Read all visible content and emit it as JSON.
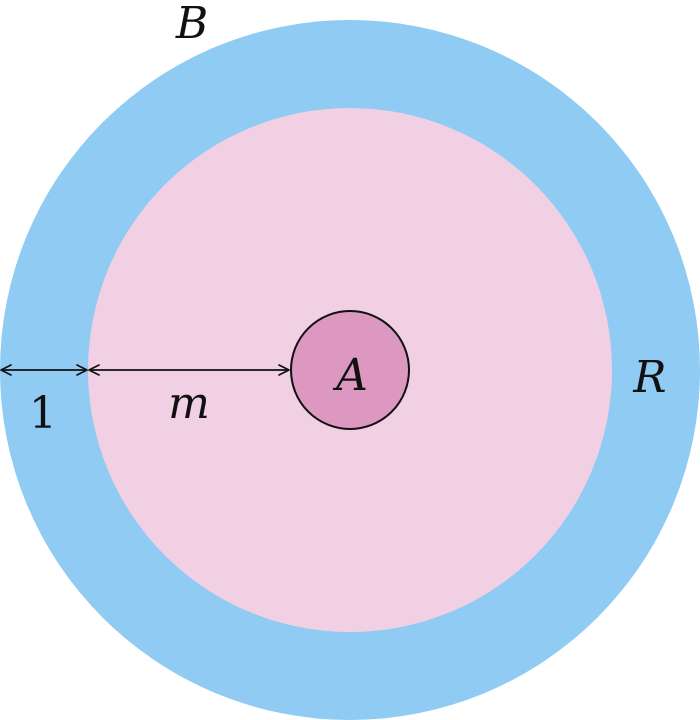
{
  "labels": {
    "outer_region": "B",
    "inner_region": "R",
    "center_disk": "A",
    "gap_width": "1",
    "radius_distance": "m"
  },
  "colors": {
    "outer_ring": "#8fcbf3",
    "inner_disk": "#f0d0e2",
    "center_disk": "#dc98c0",
    "stroke": "#111111",
    "background": "#ffffff"
  }
}
